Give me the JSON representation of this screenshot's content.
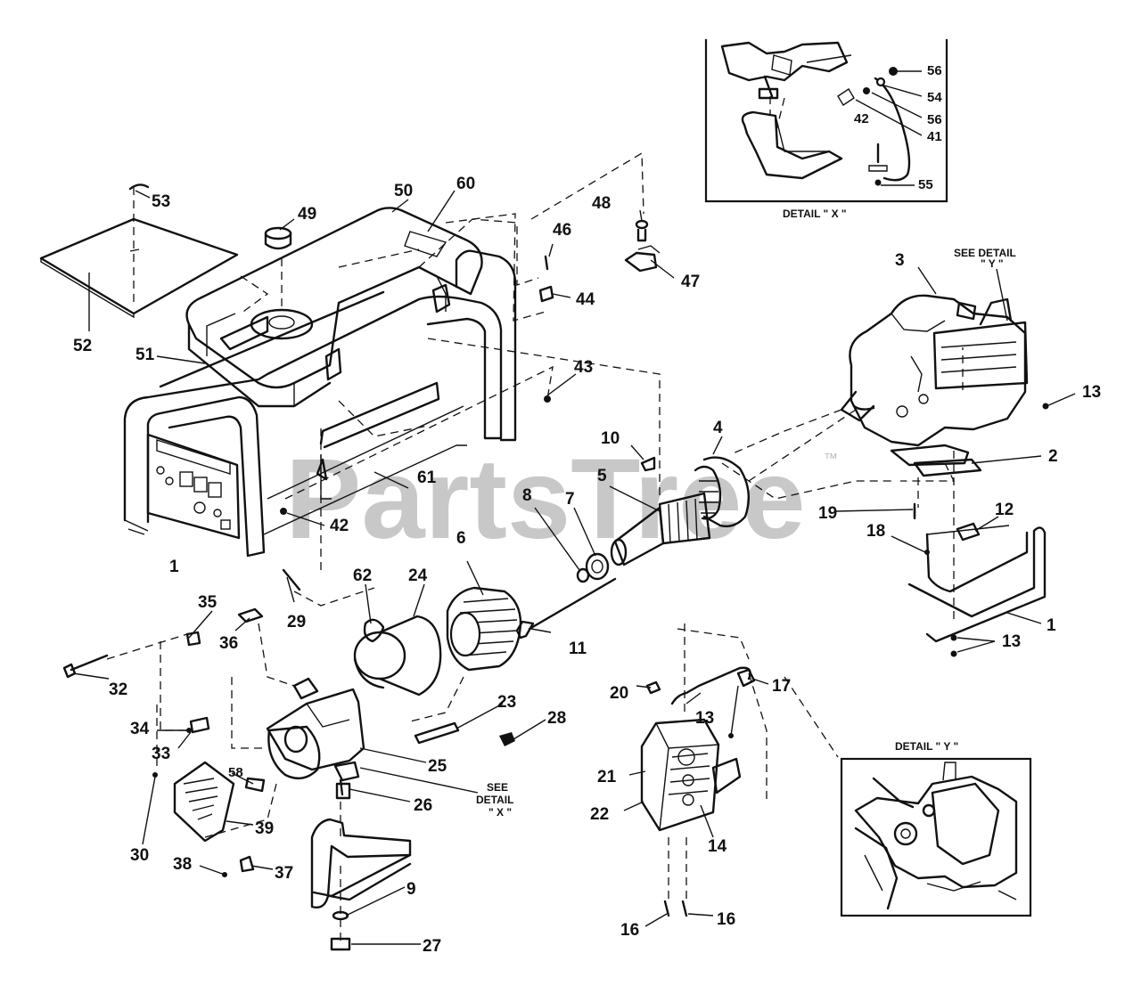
{
  "watermark": "PartsTree",
  "trademark": "™",
  "detail_x": {
    "title": "DETAIL \" X \""
  },
  "detail_y": {
    "title": "DETAIL \" Y \""
  },
  "see_detail_y": {
    "line1": "SEE DETAIL",
    "line2": "\" Y \""
  },
  "see_detail_x": {
    "line1": "SEE",
    "line2": "DETAIL",
    "line3": "\" X \""
  },
  "callouts": {
    "c1a": "1",
    "c1b": "1",
    "c2": "2",
    "c3": "3",
    "c4": "4",
    "c5": "5",
    "c6": "6",
    "c7": "7",
    "c8": "8",
    "c9": "9",
    "c10": "10",
    "c11": "11",
    "c12": "12",
    "c13a": "13",
    "c13b": "13",
    "c13c": "13",
    "c14": "14",
    "c16a": "16",
    "c16b": "16",
    "c17": "17",
    "c18": "18",
    "c19": "19",
    "c20": "20",
    "c21": "21",
    "c22": "22",
    "c23": "23",
    "c24": "24",
    "c25": "25",
    "c26": "26",
    "c27": "27",
    "c28": "28",
    "c29": "29",
    "c30": "30",
    "c32": "32",
    "c33": "33",
    "c34": "34",
    "c35": "35",
    "c36": "36",
    "c37": "37",
    "c38": "38",
    "c39": "39",
    "c41": "41",
    "c42a": "42",
    "c42b": "42",
    "c43": "43",
    "c44": "44",
    "c46": "46",
    "c47": "47",
    "c48": "48",
    "c49": "49",
    "c50": "50",
    "c51": "51",
    "c52": "52",
    "c53": "53",
    "c54": "54",
    "c55": "55",
    "c56a": "56",
    "c56b": "56",
    "c58": "58",
    "c60": "60",
    "c61": "61",
    "c62": "62"
  }
}
